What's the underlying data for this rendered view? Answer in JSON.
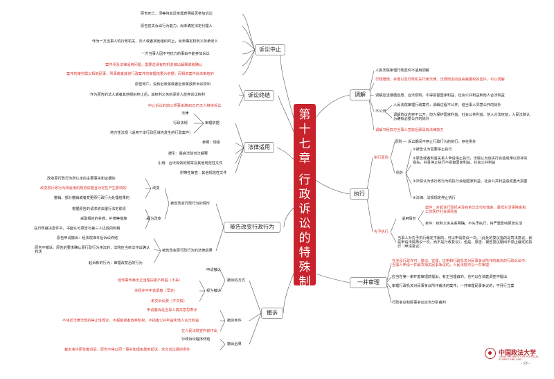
{
  "center_title": [
    "第",
    "十",
    "七",
    "章",
    "",
    "行",
    "政",
    "诉",
    "讼",
    "的",
    "特",
    "殊",
    "制",
    "度"
  ],
  "branches": {
    "suspension": {
      "label": "诉讼中止",
      "items": [
        "原告死亡，须等待其近亲属表明是否参加诉讼",
        "原告丧失诉讼行为能力，尚未确定法定代理人",
        "作为一方当事人的行政机关、法人或者其他组织终止，尚未确定权利义务承受人",
        "一方当事人因不可抗力的事由不能参加诉讼",
        "案件涉及法律适用问题，需要送请有权机关做出解释或者确认",
        "案件的审判需以相关民事、刑事或者其他行政案件的审理结果为依据，而相关案件尚未审结的"
      ]
    },
    "termination": {
      "label": "诉讼终结",
      "items": [
        "原告死亡，没有近亲属或者近亲属放弃诉讼权利",
        "作为原告的法人或者其他组织终止后，其权利义务的承受人放弃诉讼权利",
        "中止诉讼的前三项事由满90日仍无人继续诉讼"
      ]
    },
    "law": {
      "label": "法律适用",
      "basis_label": "审理依据",
      "basis_items": [
        "法律",
        "行政法规",
        "地方性法规（适用于本行政区域内发生的行政案件）"
      ],
      "refer_items": [
        "参照：规章",
        "援引：最高法院司法解释",
        "引用：合法有效的规章及其他规范性文件",
        "附带性审查：其他规范性文件"
      ]
    },
    "changed": {
      "label": "被告改变行政行为",
      "situation_label": "被告改变行政行为的情形",
      "change_label": "改变",
      "change_items": [
        "改变原行政行为所认定的主要事实和证据的",
        "改变原行政行为所适用的规范依据且对定性产生影响的",
        "撤销、部分撤销或者变更原行政行为处理结果的"
      ],
      "deem_label": "视为改变",
      "deem_items": [
        "根据原告的请求依法履行法定职责",
        "采取相应的补救、补偿等措施",
        "在行政裁决案件中，书面认可原告与第三人达成的和解"
      ],
      "effect_label": "被告改变原行政行为的法律后果",
      "effect_items": [
        "原告申请撤诉：经法院准许后诉讼终结",
        "原告不撤诉：原告的要求确认原行政行为违法的，法院应当依法作出确认判决",
        "起诉新的行为：审理改变后的行为"
      ]
    },
    "withdraw": {
      "label": "撤诉",
      "method_label": "撤诉的方式",
      "apply_label": "申请撤诉",
      "deemed_label": "视为撤诉",
      "deemed_items": [
        "经传票传唤无正当理由拒不到庭（不来）",
        "未经许可中途退庭（早走）",
        "未交诉讼费（不交钱）"
      ],
      "cond_label": "撤诉条件",
      "cond_items": [
        "申请撤诉是当事人真实意思表示",
        "不违反法律法规的禁止性规定，不超越或者放弃职权，不损害公共利益和他人合法权益",
        "在人民法院宣判前作出"
      ],
      "result_label": "撤诉后果",
      "result_items": [
        "行政诉讼程序终结",
        "裁定准许原告撤诉后，原告不得以同一事实和理由重新起诉，未交诉讼费的例外"
      ]
    },
    "mediation": {
      "label": "调解",
      "items": [
        "人民法院审理行政案件不适用调解",
        "行政赔偿、补偿以及行政机关行使法律、法规规定的自由裁量权的案件，可以调解",
        "调解应当遵循自愿、合法原则，不得损害国家利益、社会公共利益和他人合法权益",
        "人民法院审理行政案件，调解过程不公开，但当事人同意公开的除外",
        "调解协议内容不公开，但为保护国家利益、社会公共利益、他人合法权益，人民法院认为确有必要公开的除外",
        "调解书经双方当事人签收后即具有法律效力"
      ],
      "nonpublic_label": "不公开"
    },
    "execution": {
      "label": "执行",
      "nonstop_label": "执行原则",
      "principle": "原则 — 诉讼期间不停止行政行为的执行，存在例外",
      "exception_label": "例外",
      "exception_items": [
        "①被告认为需要停止执行",
        "②原告或者利害关系人申请停止执行，法院认为该执行会造成难以弥补的损失，并且停止执行不损害国家利益、社会公共利益",
        "③法院认为该行政行为的执行会给国家利益、社会公共利益造成重大损害",
        "④法律、法规规定停止执行"
      ],
      "prior_label": "先予执行",
      "apply_label": "适用情形",
      "apply_items": [
        "案件：对起诉行政机关没有依法支付抚恤金、最低生活保障金和工伤医疗社会保险金",
        "条件：权利义务关系明确、不先予执行，将严重影响原告生活"
      ],
      "prior_note": "当事人对先予执行裁定不服的，可以申请复议一次。（此处的复议指的是司法复议，就是申请法院再议一次，而不是行政复议）。但是，原告、被告复议期间不停止裁定的执行（申请复议）"
    },
    "joint": {
      "label": "一并审理",
      "items": [
        "在涉及行政许可、登记、征收、征用和行政机关对民事争议所作的裁决的行政诉讼中，当事人申请一并解决相关民事争议的，人民法院可以一并审理",
        "应当在第一审开庭审理前提出，有正当理由的，也可以在法庭调查中提出",
        "审理行政机关对民事争议所作裁决的案件，一并审理民事争议的，不另行立案",
        "行政争议和民事争议应当分别裁判"
      ]
    }
  },
  "logo": {
    "name": "中国政法大学",
    "sub": "CHINA UNIVERSITY OF POLITICAL SCIENCE AND LAW"
  },
  "page_number": "- 18 -",
  "colors": {
    "accent": "#c8232c",
    "red_text": "#d6332b",
    "line": "#555555"
  }
}
